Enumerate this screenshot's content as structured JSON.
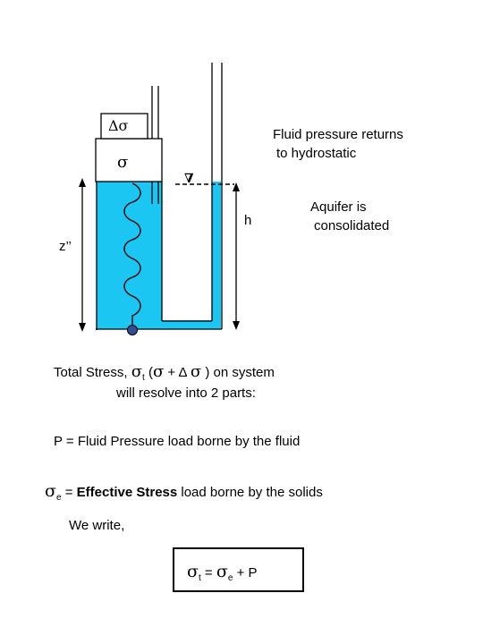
{
  "diagram": {
    "load_delta_label": "Δσ",
    "load_sigma_label": "σ",
    "water_table_symbol": "∇",
    "h_label": "h",
    "z_label": "z’’",
    "note_fluid_line1": "Fluid pressure returns",
    "note_fluid_line2": "to hydrostatic",
    "note_aquifer_line1": "Aquifer is",
    "note_aquifer_line2": "consolidated",
    "water_color": "#1cc6f2"
  },
  "text": {
    "total_stress_prefix": "Total Stress, ",
    "sigma": "σ",
    "sub_t": "t",
    "paren_open": " (",
    "plus_delta": " + Δ ",
    "paren_close": " ) on system",
    "total_stress_line2": "will resolve into 2 parts:",
    "p_line": "P = Fluid Pressure load borne by the fluid",
    "sub_e": "e",
    "eff_equals": " = ",
    "eff_bold": "Effective Stress",
    "eff_rest": " load borne by the solids",
    "we_write": "We write,",
    "eq_equals": " = ",
    "eq_plus_p": " +  P"
  }
}
